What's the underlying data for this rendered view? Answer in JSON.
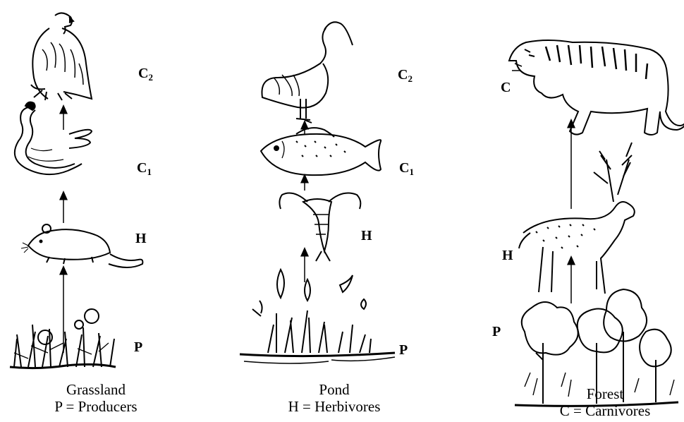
{
  "columns": [
    {
      "id": "grassland",
      "caption": "Grassland",
      "definition": "P = Producers",
      "levels": [
        {
          "base": "C",
          "sub": "2",
          "organism_icon": "eagle-icon"
        },
        {
          "base": "C",
          "sub": "1",
          "organism_icon": "snake-icon"
        },
        {
          "base": "H",
          "sub": "",
          "organism_icon": "rat-icon"
        },
        {
          "base": "P",
          "sub": "",
          "organism_icon": "grass-icon"
        }
      ]
    },
    {
      "id": "pond",
      "caption": "Pond",
      "definition": "H = Herbivores",
      "levels": [
        {
          "base": "C",
          "sub": "2",
          "organism_icon": "crane-icon"
        },
        {
          "base": "C",
          "sub": "1",
          "organism_icon": "fish-icon"
        },
        {
          "base": "H",
          "sub": "",
          "organism_icon": "insect-larva-icon"
        },
        {
          "base": "P",
          "sub": "",
          "organism_icon": "aquatic-plants-icon"
        }
      ]
    },
    {
      "id": "forest",
      "caption": "Forest",
      "definition": "C = Carnivores",
      "levels": [
        {
          "base": "C",
          "sub": "",
          "organism_icon": "tiger-icon"
        },
        {
          "base": "H",
          "sub": "",
          "organism_icon": "deer-icon"
        },
        {
          "base": "P",
          "sub": "",
          "organism_icon": "trees-icon"
        }
      ]
    }
  ]
}
